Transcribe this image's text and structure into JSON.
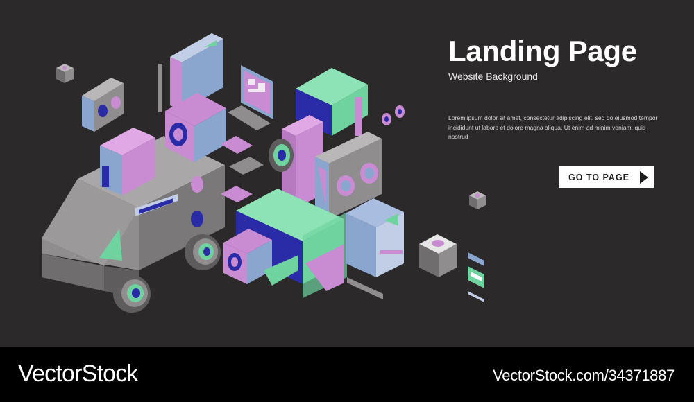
{
  "hero": {
    "title": "Landing Page",
    "subtitle": "Website Background",
    "body": "Lorem ipsum dolor sit amet, consectetur adipiscing elit, sed do eiusmod tempor incididunt ut labore et dolore magna aliqua. Ut enim ad minim veniam, quis nostrud",
    "cta_label": "GO TO PAGE",
    "cta_icon": "play-triangle-icon"
  },
  "footer": {
    "brand": "VectorStock",
    "stock_id": "VectorStock.com/34371887"
  },
  "colors": {
    "background": "#2b2929",
    "footer": "#000000",
    "gray": "#8f8d8d",
    "pink": "#c98bd2",
    "green": "#6fd3a0",
    "blue": "#8aa6cf",
    "navy": "#2a2ba6"
  }
}
